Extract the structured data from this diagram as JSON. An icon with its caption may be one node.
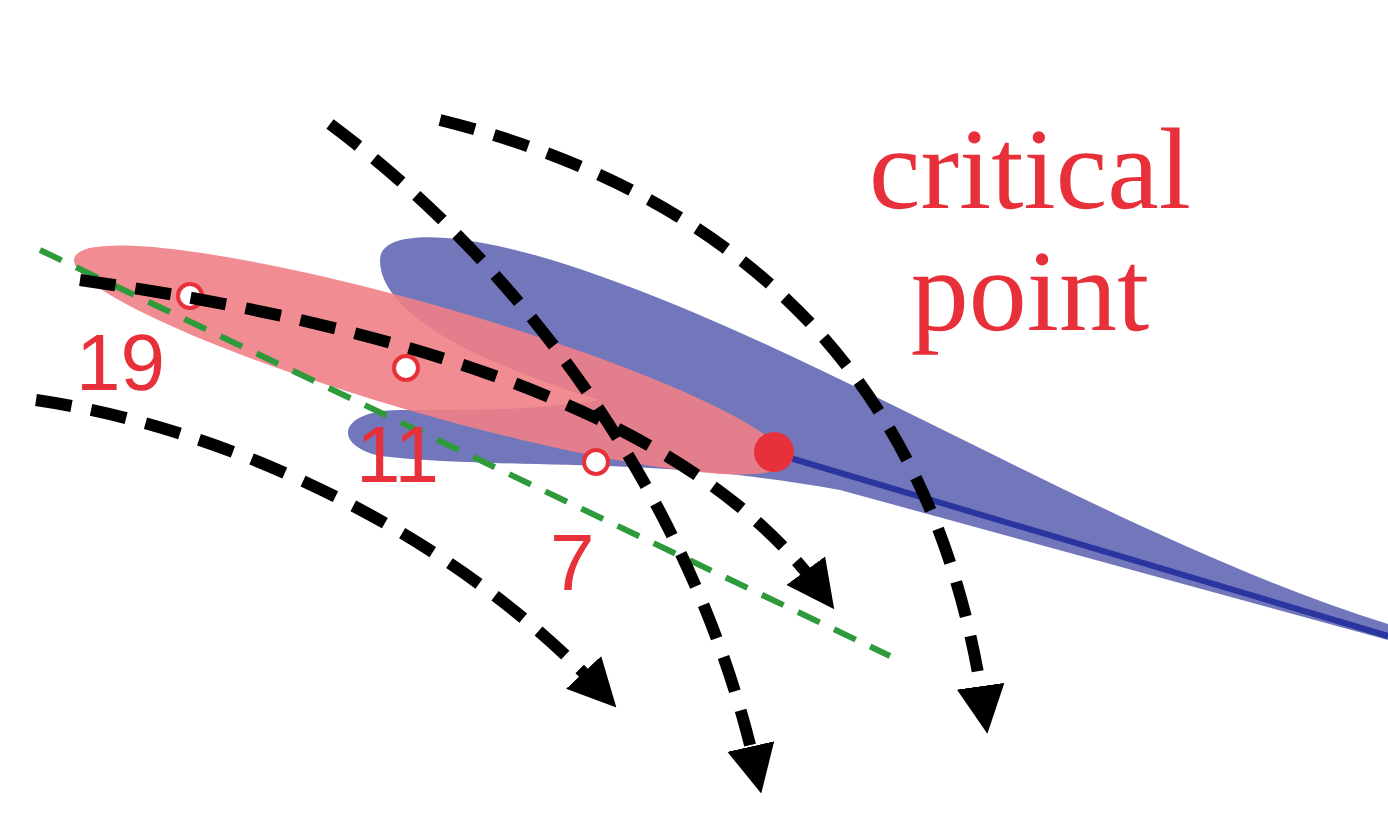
{
  "diagram": {
    "labels": [
      "critical point",
      "19",
      "11",
      "7"
    ]
  }
}
